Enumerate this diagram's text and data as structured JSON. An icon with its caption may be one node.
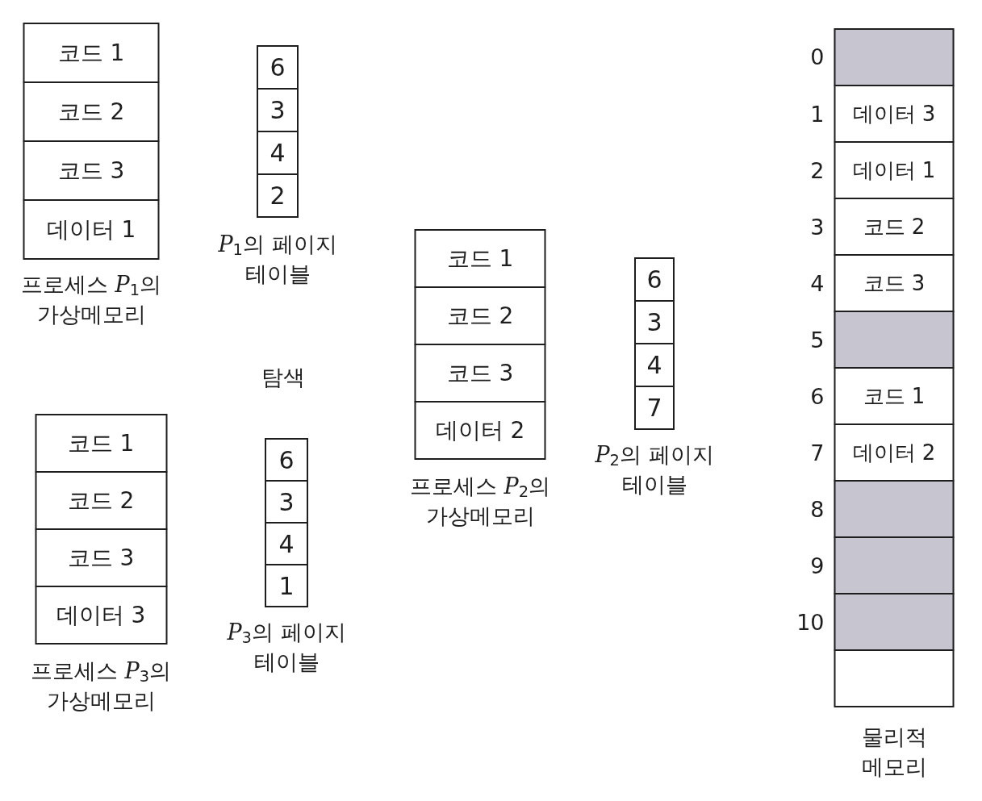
{
  "diagram": {
    "nodes": [
      {
        "text": [
          "프로세스 *P*$_{1}$의 가상메모리"
        ]
      },
      {
        "text": [
          "코드 1"
        ],
        "in": 0
      },
      {
        "text": [
          "코드 2"
        ],
        "in": 0
      },
      {
        "text": [
          "코드 3"
        ],
        "in": 0
      },
      {
        "text": [
          "데이터 1"
        ],
        "in": 0
      },
      {
        "text": [
          "*P*$_{1}$의 페이지 테이블"
        ]
      },
      {
        "text": [
          "6"
        ],
        "in": 5
      },
      {
        "text": [
          "3"
        ],
        "in": 5
      },
      {
        "text": [
          "4"
        ],
        "in": 5
      },
      {
        "text": [
          "2"
        ],
        "in": 5
      },
      {
        "text": [
          "프로세스 *P*$_{2}$의 가상메모리"
        ]
      },
      {
        "text": [
          "코드 1"
        ],
        "in": 10
      },
      {
        "text": [
          "코드 2"
        ],
        "in": 10
      },
      {
        "text": [
          "코드 3"
        ],
        "in": 10
      },
      {
        "text": [
          "데이터 2"
        ],
        "in": 10
      },
      {
        "text": [
          "*P*$_{2}$의 페이지 테이블"
        ]
      },
      {
        "text": [
          "6"
        ],
        "in": 15
      },
      {
        "text": [
          "3"
        ],
        "in": 15
      },
      {
        "text": [
          "4"
        ],
        "in": 15
      },
      {
        "text": [
          "7"
        ],
        "in": 15
      },
      {
        "text": [
          "프로세스 *P*$_{3}$의 가상메모리"
        ]
      },
      {
        "text": [
          "코드 1"
        ],
        "in": 20
      },
      {
        "text": [
          "코드 2"
        ],
        "in": 20
      },
      {
        "text": [
          "코드 3"
        ],
        "in": 20
      },
      {
        "text": [
          "데이터 3"
        ],
        "in": 20
      },
      {
        "text": [
          "*P*$_{3}$의 페이지 테이블"
        ]
      },
      {
        "text": [
          "6"
        ],
        "in": 25
      },
      {
        "text": [
          "3"
        ],
        "in": 25
      },
      {
        "text": [
          "4"
        ],
        "in": 25
      },
      {
        "text": [
          "1"
        ],
        "in": 25
      },
      {
        "text": [
          "물리적 메모리"
        ]
      },
      {
        "text": [],
        "shape": "box",
        "in": 30,
        "beside": [
          "0"
        ]
      },
      {
        "text": [
          "데이터 3"
        ],
        "in": 30,
        "beside": [
          "1"
        ]
      },
      {
        "text": [
          "데이터 1"
        ],
        "in": 30,
        "beside": [
          "2"
        ]
      },
      {
        "text": [
          "코드 2"
        ],
        "in": 30,
        "beside": [
          "3"
        ]
      },
      {
        "text": [
          "코드 3"
        ],
        "in": 30,
        "beside": [
          "4"
        ]
      },
      {
        "text": [],
        "shape": "box",
        "in": 30,
        "beside": [
          "5"
        ]
      },
      {
        "text": [
          "코드 1"
        ],
        "in": 30,
        "beside": [
          "6"
        ]
      },
      {
        "text": [
          "데이터 2"
        ],
        "in": 30,
        "beside": [
          "7"
        ]
      },
      {
        "text": [],
        "shape": "box",
        "in": 30,
        "beside": [
          "8"
        ]
      },
      {
        "text": [],
        "shape": "box",
        "in": 30,
        "beside": [
          "9"
        ]
      },
      {
        "text": [],
        "shape": "box",
        "in": 30,
        "beside": [
          "10"
        ]
      },
      {
        "text": [],
        "shape": "box",
        "in": 30
      }
    ],
    "labels": [
      "탐색"
    ]
  }
}
